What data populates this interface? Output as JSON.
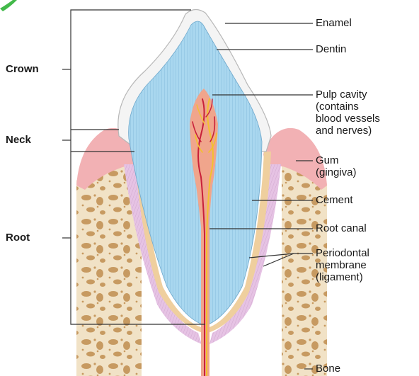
{
  "diagram": {
    "left_labels": [
      {
        "id": "crown",
        "text": "Crown"
      },
      {
        "id": "neck",
        "text": "Neck"
      },
      {
        "id": "root",
        "text": "Root"
      }
    ],
    "right_labels": [
      {
        "id": "enamel",
        "lines": [
          "Enamel"
        ]
      },
      {
        "id": "dentin",
        "lines": [
          "Dentin"
        ]
      },
      {
        "id": "pulp-cavity",
        "lines": [
          "Pulp cavity",
          "(contains",
          "blood vessels",
          "and nerves)"
        ]
      },
      {
        "id": "gum",
        "lines": [
          "Gum",
          "(gingiva)"
        ]
      },
      {
        "id": "cement",
        "lines": [
          "Cement"
        ]
      },
      {
        "id": "root-canal",
        "lines": [
          "Root canal"
        ]
      },
      {
        "id": "periodontal-membrane",
        "lines": [
          "Periodontal",
          "membrane",
          "(ligament)"
        ]
      },
      {
        "id": "bone",
        "lines": [
          "Bone"
        ]
      }
    ],
    "colors": {
      "enamel": "#f4f4f4",
      "dentin": "#a9d7ef",
      "pulp": "#f0a58c",
      "gum": "#f2b1b4",
      "bone": "#f1e2c6",
      "bone_spots": "#c79a61",
      "membrane": "#e6c3e4",
      "cement": "#efcf9e",
      "nerve": "#f2c12e",
      "vessel": "#c8203a"
    }
  }
}
